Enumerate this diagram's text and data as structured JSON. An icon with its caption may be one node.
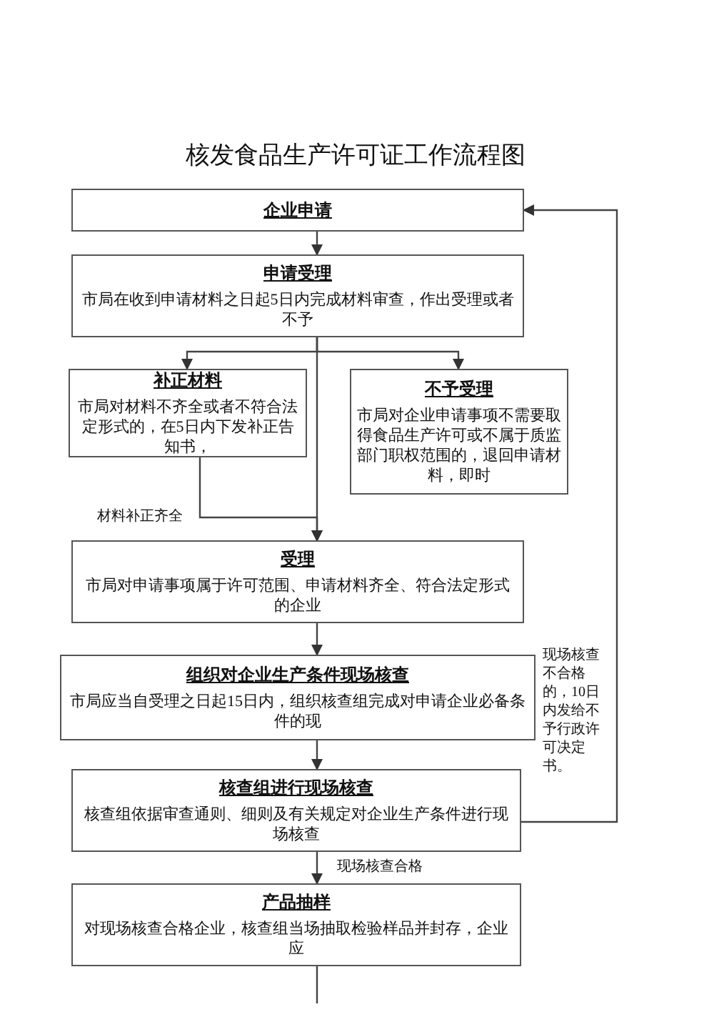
{
  "diagram": {
    "title": "核发食品生产许可证工作流程图",
    "nodes": [
      {
        "text": [
          "企业申请"
        ]
      },
      {
        "text": [
          "申请受理",
          "市局在收到申请材料之日起5日内完成材料审查，作出受理或者不予"
        ]
      },
      {
        "text": [
          "补正材料",
          "市局对材料不齐全或者不符合法定形式的，在5日内下发补正告知书，"
        ]
      },
      {
        "text": [
          "不予受理",
          "市局对企业申请事项不需要取得食品生产许可或不属于质监部门职权范围的，退回申请材料，即时"
        ]
      },
      {
        "text": [
          "受理",
          "市局对申请事项属于许可范围、申请材料齐全、符合法定形式的企业"
        ]
      },
      {
        "text": [
          "组织对企业生产条件现场核查",
          "市局应当自受理之日起15日内，组织核查组完成对申请企业必备条件的现"
        ]
      },
      {
        "text": [
          "核查组进行现场核查",
          "核查组依据审查通则、细则及有关规定对企业生产条件进行现场核查"
        ]
      },
      {
        "text": [
          "产品抽样",
          "对现场核查合格企业，核查组当场抽取检验样品并封存，企业应"
        ]
      }
    ],
    "edges": [
      {
        "from": 0,
        "to": 1,
        "arrow": "to"
      },
      {
        "from": 1,
        "to": 2,
        "arrow": "to"
      },
      {
        "from": 1,
        "to": 3,
        "arrow": "to"
      },
      {
        "from": 1,
        "to": 4,
        "arrow": "to"
      },
      {
        "from": 2,
        "to": 4,
        "arrow": "to",
        "label": "材料补正齐全"
      },
      {
        "from": 4,
        "to": 5,
        "arrow": "to"
      },
      {
        "from": 5,
        "to": 6,
        "arrow": "to"
      },
      {
        "from": 6,
        "to": 7,
        "arrow": "to",
        "label": "现场核查合格"
      },
      {
        "from": 6,
        "to": 0,
        "arrow": "to",
        "label": "现场核查不合格的，10日内发给不予行政许可决定书。"
      },
      {
        "from": 7,
        "to": null,
        "arrow": "none"
      }
    ]
  }
}
